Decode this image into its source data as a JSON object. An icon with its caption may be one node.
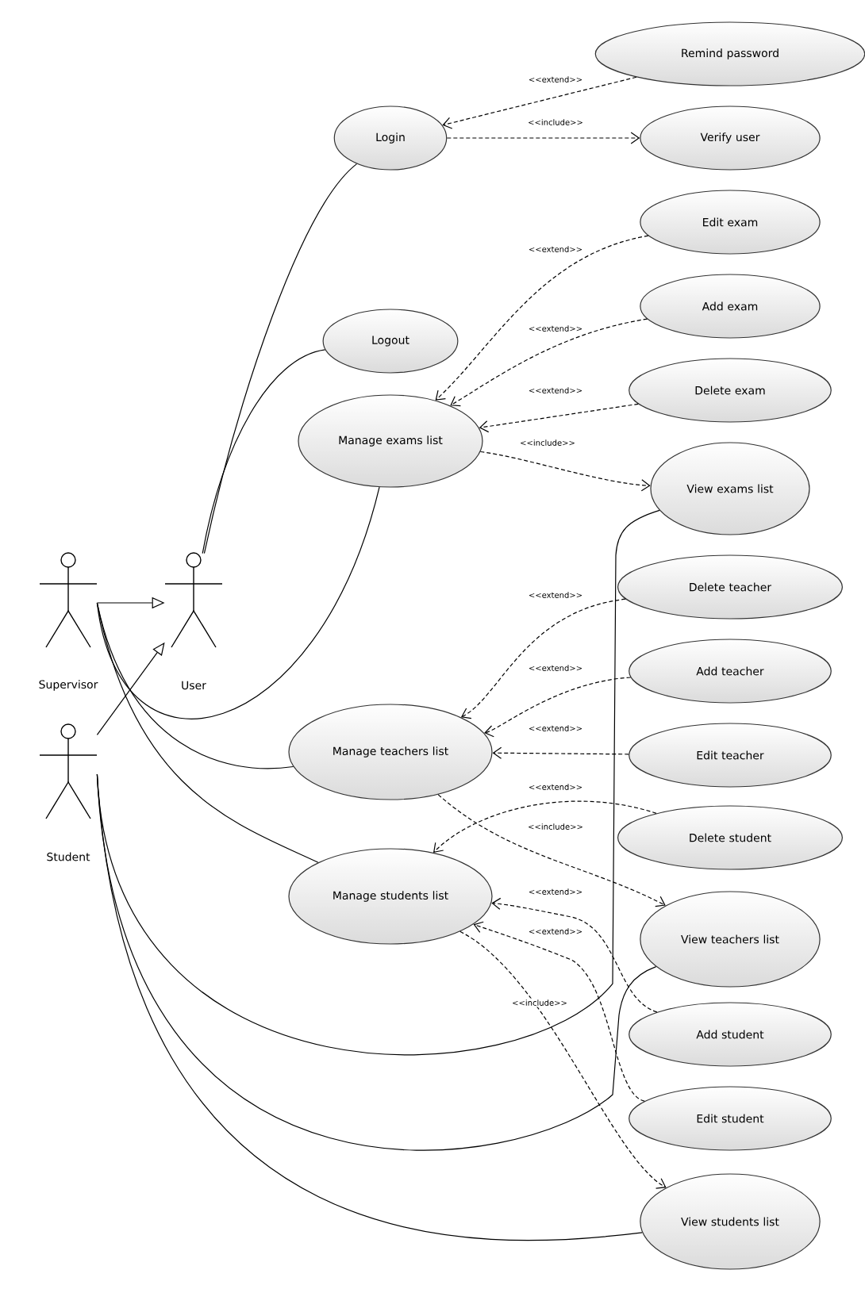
{
  "diagram": {
    "nodes": [
      {
        "text": [
          "Supervisor"
        ]
      },
      {
        "text": [
          "User"
        ]
      },
      {
        "text": [
          "Student"
        ]
      },
      {
        "text": [
          "Login"
        ]
      },
      {
        "text": [
          "Remind password"
        ]
      },
      {
        "text": [
          "Verify user"
        ]
      },
      {
        "text": [
          "Edit exam"
        ]
      },
      {
        "text": [
          "Add exam"
        ]
      },
      {
        "text": [
          "Delete exam"
        ]
      },
      {
        "text": [
          "Manage exams list"
        ]
      },
      {
        "text": [
          "Logout"
        ]
      },
      {
        "text": [
          "View exams list"
        ]
      },
      {
        "text": [
          "Delete teacher"
        ]
      },
      {
        "text": [
          "Add teacher"
        ]
      },
      {
        "text": [
          "Manage teachers list"
        ]
      },
      {
        "text": [
          "Edit teacher"
        ]
      },
      {
        "text": [
          "Delete student"
        ]
      },
      {
        "text": [
          "Manage students list"
        ]
      },
      {
        "text": [
          "View teachers list"
        ]
      },
      {
        "text": [
          "Add student"
        ]
      },
      {
        "text": [
          "Edit student"
        ]
      },
      {
        "text": [
          "View students list"
        ]
      }
    ],
    "edges": [
      {
        "from": 1,
        "to": 3,
        "arrow": "none"
      },
      {
        "from": 1,
        "to": 10,
        "arrow": "none"
      },
      {
        "from": 0,
        "to": 9,
        "arrow": "none"
      },
      {
        "from": 0,
        "to": 1,
        "arrow": "to"
      },
      {
        "from": 2,
        "to": 1,
        "arrow": "to"
      },
      {
        "from": 0,
        "to": 14,
        "arrow": "none"
      },
      {
        "from": 0,
        "to": 17,
        "arrow": "none"
      },
      {
        "from": 2,
        "to": 11,
        "arrow": "none"
      },
      {
        "from": 2,
        "to": 18,
        "arrow": "none"
      },
      {
        "from": 2,
        "to": 21,
        "arrow": "none"
      },
      {
        "from": 4,
        "to": 3,
        "arrow": "to",
        "style": "dashed",
        "label": "<<extend>>"
      },
      {
        "from": 3,
        "to": 5,
        "arrow": "to",
        "style": "dashed",
        "label": "<<include>>"
      },
      {
        "from": 6,
        "to": 9,
        "arrow": "to",
        "style": "dashed",
        "label": "<<extend>>"
      },
      {
        "from": 7,
        "to": 9,
        "arrow": "to",
        "style": "dashed",
        "label": "<<extend>>"
      },
      {
        "from": 8,
        "to": 9,
        "arrow": "to",
        "style": "dashed",
        "label": "<<extend>>"
      },
      {
        "from": 9,
        "to": 11,
        "arrow": "to",
        "style": "dashed",
        "label": "<<include>>"
      },
      {
        "from": 12,
        "to": 14,
        "arrow": "to",
        "style": "dashed",
        "label": "<<extend>>"
      },
      {
        "from": 13,
        "to": 14,
        "arrow": "to",
        "style": "dashed",
        "label": "<<extend>>"
      },
      {
        "from": 15,
        "to": 14,
        "arrow": "to",
        "style": "dashed",
        "label": "<<extend>>"
      },
      {
        "from": 14,
        "to": 18,
        "arrow": "to",
        "style": "dashed",
        "label": "<<include>>"
      },
      {
        "from": 16,
        "to": 17,
        "arrow": "to",
        "style": "dashed",
        "label": "<<extend>>"
      },
      {
        "from": 19,
        "to": 17,
        "arrow": "to",
        "style": "dashed",
        "label": "<<extend>>"
      },
      {
        "from": 20,
        "to": 17,
        "arrow": "to",
        "style": "dashed",
        "label": "<<extend>>"
      },
      {
        "from": 17,
        "to": 21,
        "arrow": "to",
        "style": "dashed",
        "label": "<<include>>"
      }
    ]
  }
}
